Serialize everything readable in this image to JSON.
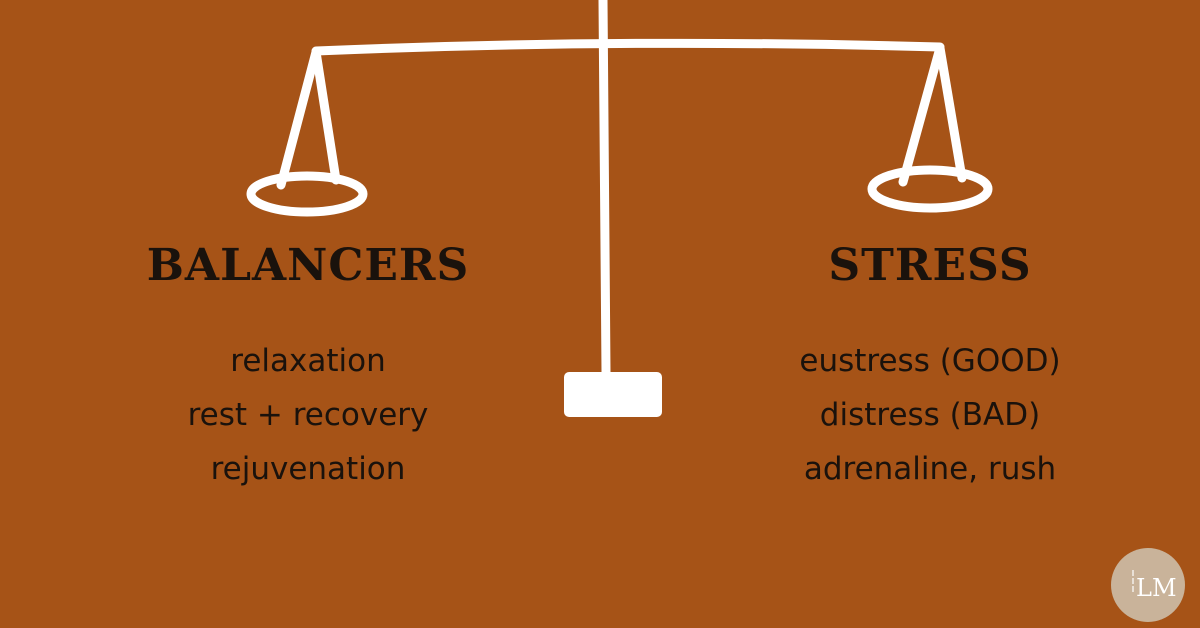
{
  "left_side": {
    "heading": "BALANCERS",
    "items": [
      "relaxation",
      "rest + recovery",
      "rejuvenation"
    ]
  },
  "right_side": {
    "heading": "STRESS",
    "items": [
      "eustress (GOOD)",
      "distress (BAD)",
      "adrenaline, rush"
    ]
  },
  "logo": {
    "text": "LM"
  },
  "colors": {
    "background": "#A65317",
    "scale": "#FFFFFF",
    "text": "#1A120C",
    "logo_bg": "#C9B39A"
  }
}
